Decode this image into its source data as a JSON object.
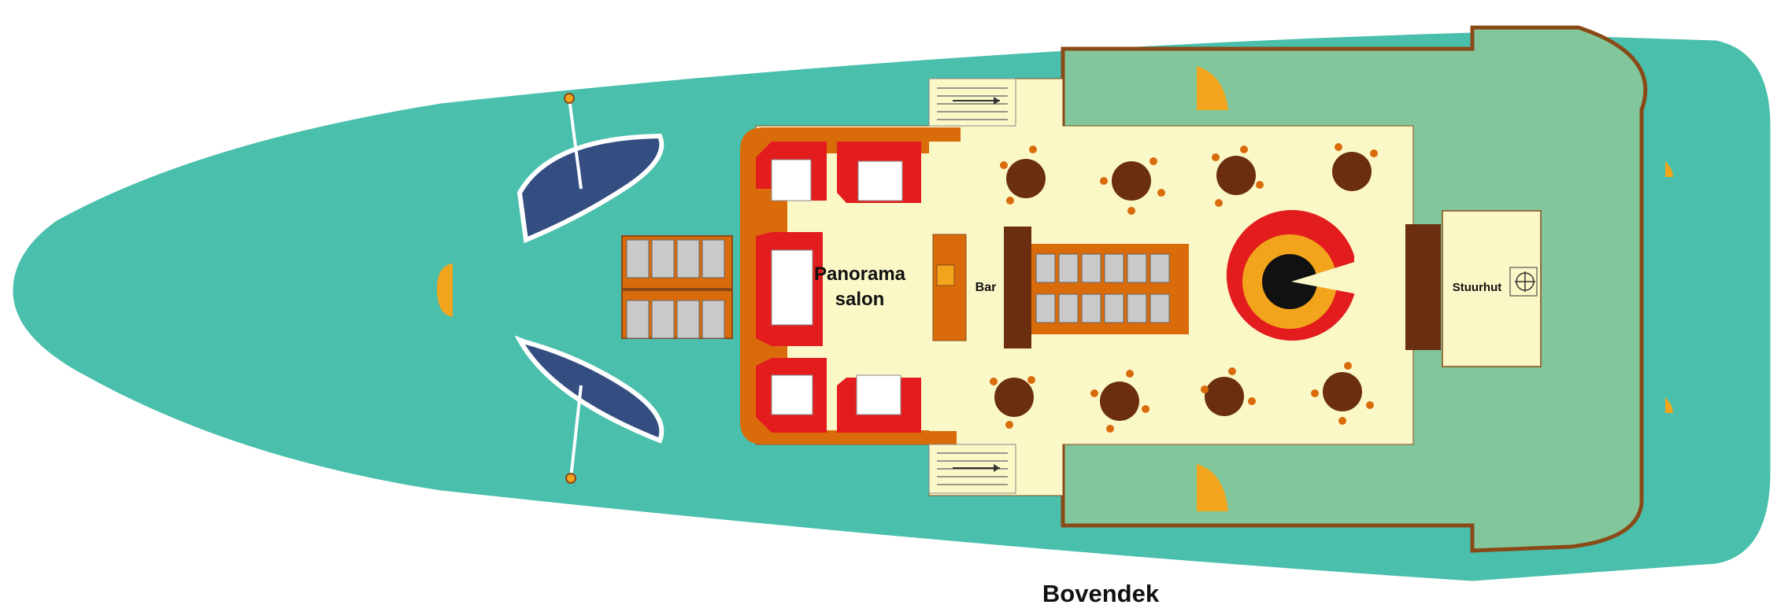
{
  "title": "Bovendek",
  "rooms": {
    "salon": [
      "Panorama",
      "salon"
    ],
    "bar": "Bar",
    "wheelhouse": "Stuurhut"
  },
  "colors": {
    "hull": "#49bfac",
    "open_deck": "#82c79b",
    "interior": "#fbf8c8",
    "counter": "#d96b0b",
    "seat_red": "#e31d1d",
    "dark_wood": "#6b2e10",
    "boat": "#344e82",
    "lamp": "#f2a41c",
    "rail": "#8a4a18"
  },
  "icons": [
    "lifeboat-icon",
    "lamp-icon",
    "round-table-icon",
    "chair-icon",
    "stairs-icon",
    "steering-wheel-icon",
    "stove-icon",
    "tent-icon"
  ]
}
